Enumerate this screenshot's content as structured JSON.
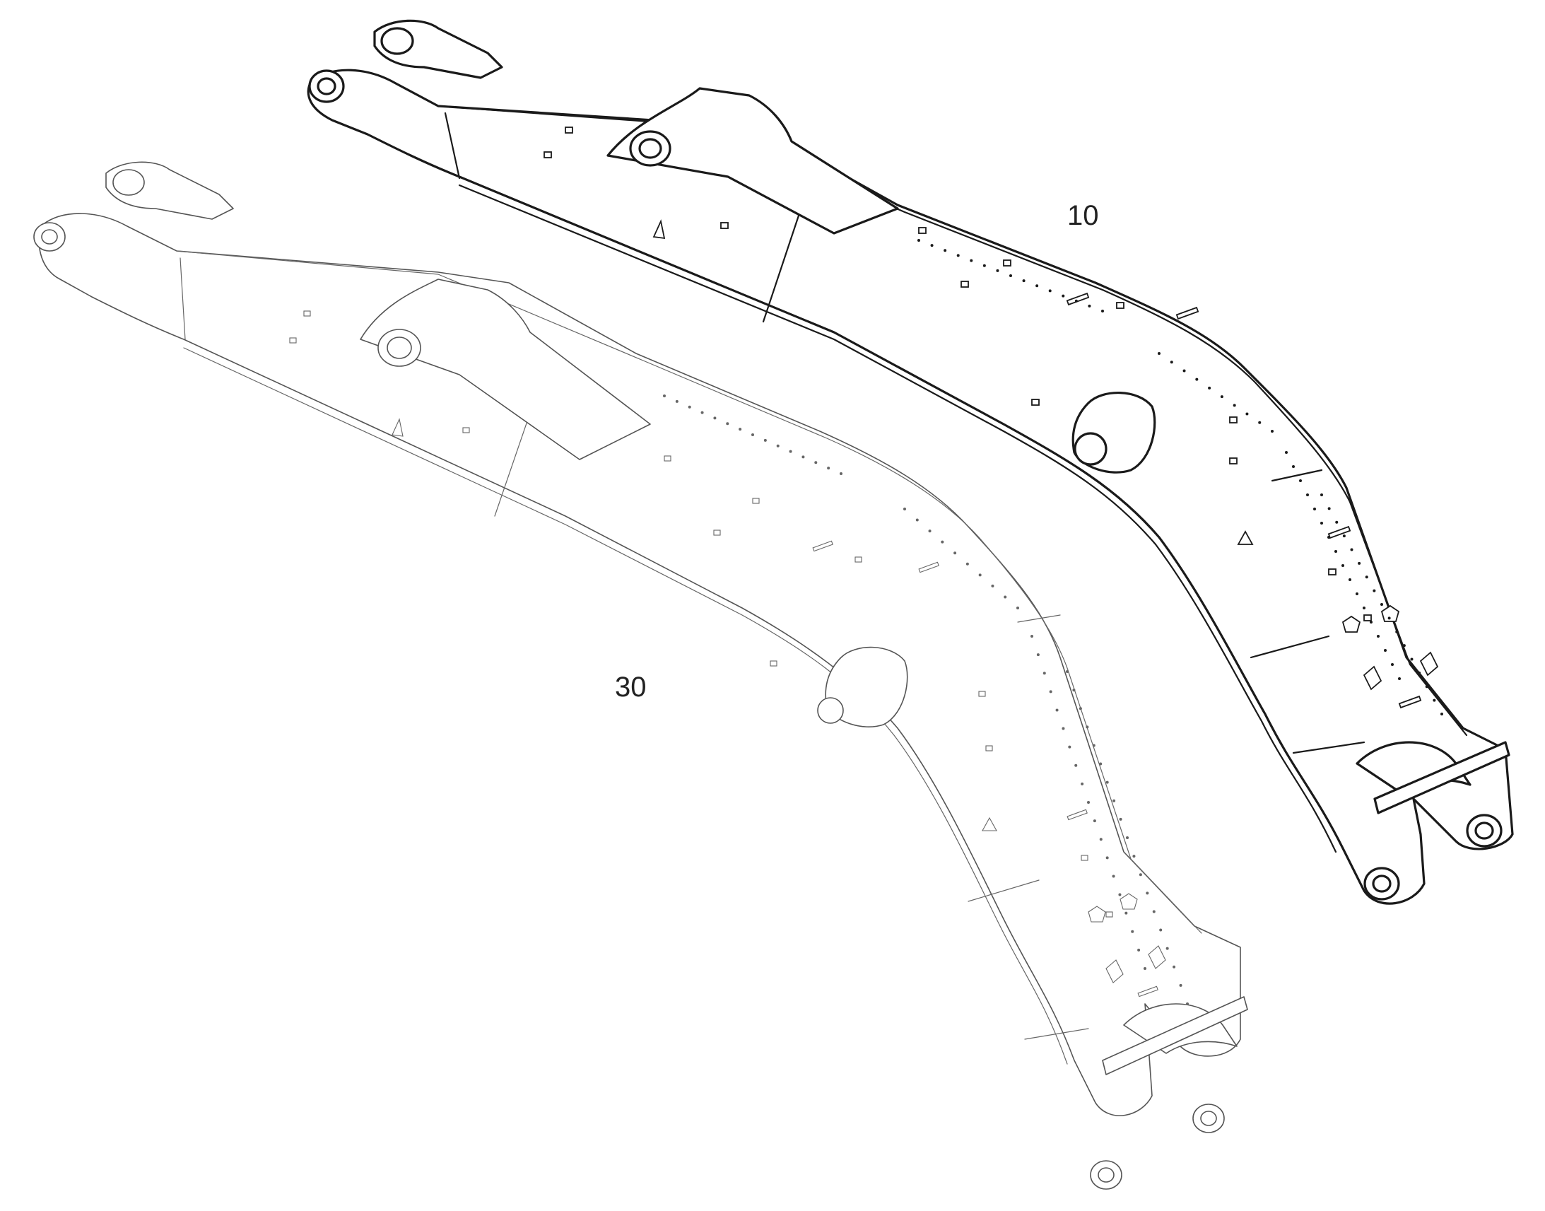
{
  "figure": {
    "callouts": [
      {
        "id": "boom-upper",
        "label": "10"
      },
      {
        "id": "boom-lower",
        "label": "30"
      }
    ]
  }
}
